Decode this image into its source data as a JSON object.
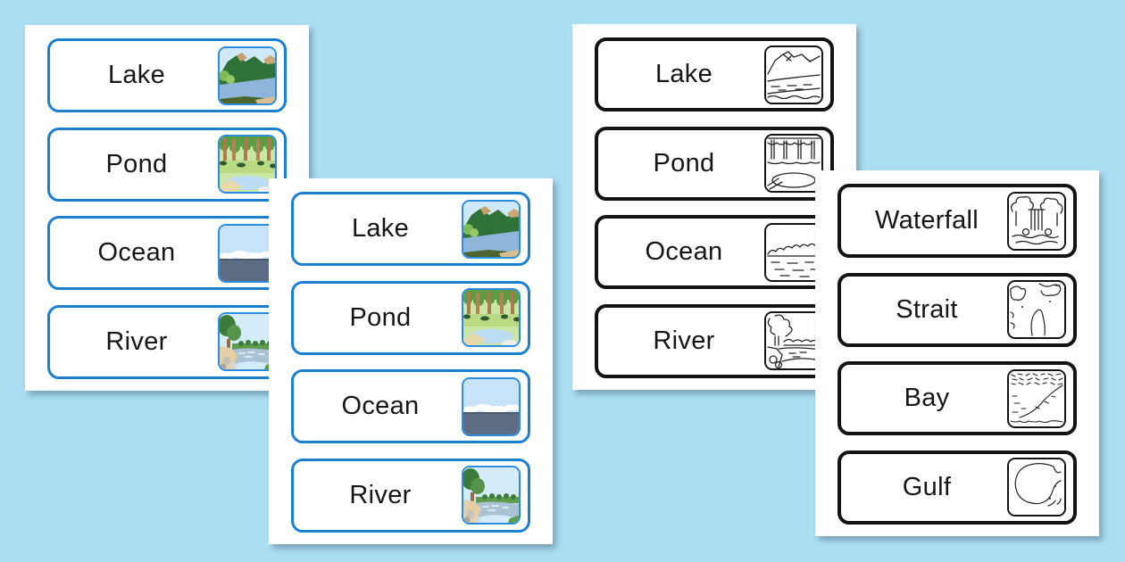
{
  "colors": {
    "background": "#abdef3",
    "color_card_border": "#1a7fd1",
    "bw_card_border": "#131313",
    "page_background": "#ffffff",
    "label_text": "#161616"
  },
  "pages": [
    {
      "name": "color-word-cards-page-1",
      "variant": "color",
      "cards": [
        {
          "label": "Lake",
          "illustration": "lake-color-illustration"
        },
        {
          "label": "Pond",
          "illustration": "pond-color-illustration"
        },
        {
          "label": "Ocean",
          "illustration": "ocean-color-illustration"
        },
        {
          "label": "River",
          "illustration": "river-color-illustration"
        }
      ]
    },
    {
      "name": "color-word-cards-page-2",
      "variant": "color",
      "cards": [
        {
          "label": "Lake",
          "illustration": "lake-color-illustration"
        },
        {
          "label": "Pond",
          "illustration": "pond-color-illustration"
        },
        {
          "label": "Ocean",
          "illustration": "ocean-color-illustration"
        },
        {
          "label": "River",
          "illustration": "river-color-illustration"
        }
      ]
    },
    {
      "name": "black-and-white-word-cards-page-1",
      "variant": "black-and-white",
      "cards": [
        {
          "label": "Lake",
          "illustration": "lake-line-art-illustration"
        },
        {
          "label": "Pond",
          "illustration": "pond-line-art-illustration"
        },
        {
          "label": "Ocean",
          "illustration": "ocean-line-art-illustration"
        },
        {
          "label": "River",
          "illustration": "river-line-art-illustration"
        }
      ]
    },
    {
      "name": "black-and-white-word-cards-page-2",
      "variant": "black-and-white",
      "cards": [
        {
          "label": "Waterfall",
          "illustration": "waterfall-line-art-illustration"
        },
        {
          "label": "Strait",
          "illustration": "strait-map-illustration"
        },
        {
          "label": "Bay",
          "illustration": "bay-map-illustration"
        },
        {
          "label": "Gulf",
          "illustration": "gulf-map-illustration"
        }
      ]
    }
  ]
}
